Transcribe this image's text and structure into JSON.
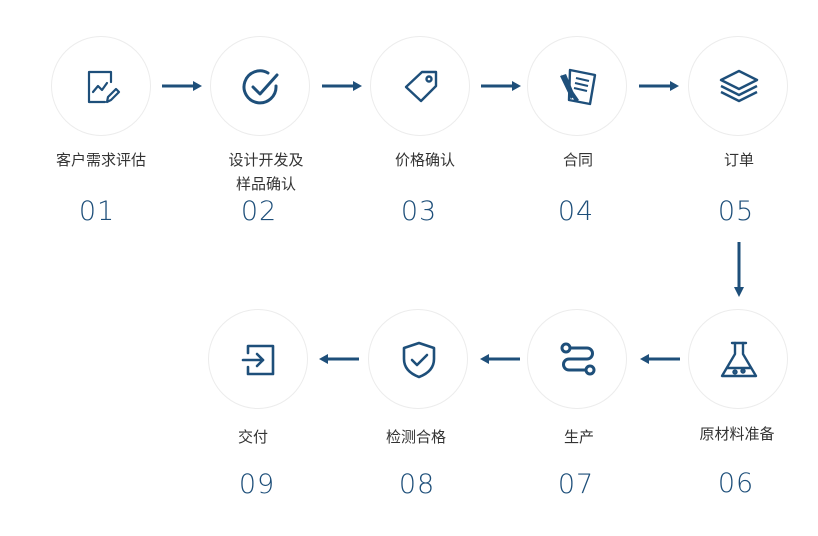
{
  "steps": [
    {
      "label": "客户需求评估",
      "num": "01",
      "icon": "chart-document-icon"
    },
    {
      "label": "设计开发及\n样品确认",
      "num": "02",
      "icon": "check-circle-icon"
    },
    {
      "label": "价格确认",
      "num": "03",
      "icon": "price-tag-icon"
    },
    {
      "label": "合同",
      "num": "04",
      "icon": "contract-icon"
    },
    {
      "label": "订单",
      "num": "05",
      "icon": "layers-icon"
    },
    {
      "label": "原材料准备",
      "num": "06",
      "icon": "flask-icon"
    },
    {
      "label": "生产",
      "num": "07",
      "icon": "workflow-icon"
    },
    {
      "label": "检测合格",
      "num": "08",
      "icon": "shield-check-icon"
    },
    {
      "label": "交付",
      "num": "09",
      "icon": "exit-arrow-icon"
    }
  ],
  "colors": {
    "accent": "#1e4f7a",
    "circle_border": "#ececec",
    "text": "#333333"
  }
}
